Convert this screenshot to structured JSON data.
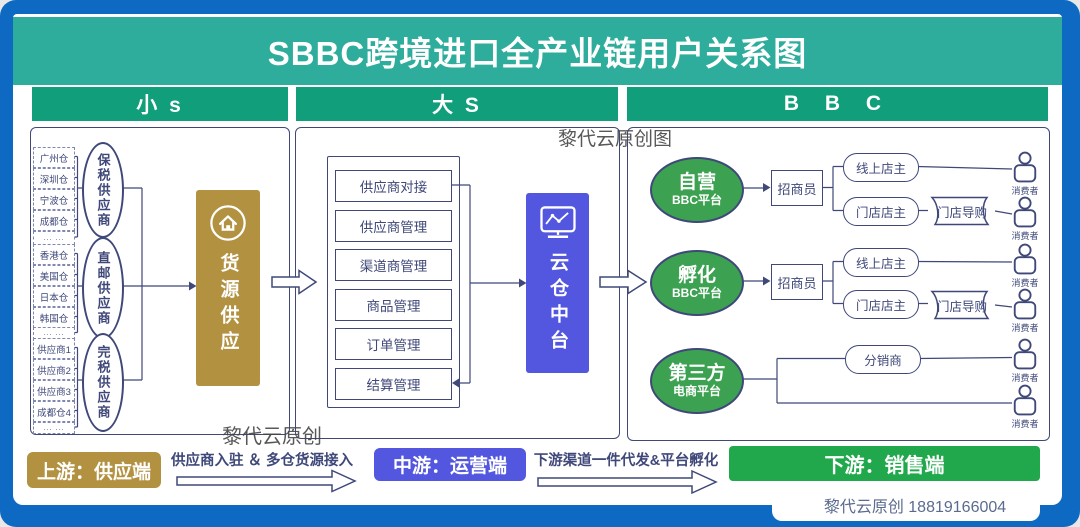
{
  "title": "SBBC跨境进口全产业链用户关系图",
  "watermarks": {
    "top_right": "黎代云原创图",
    "bottom_left": "黎代云原创",
    "bottom_right": "黎代云原创 18819166004"
  },
  "columns": [
    {
      "label": "小 s"
    },
    {
      "label": "大 S"
    },
    {
      "label": "B B C"
    }
  ],
  "supply_panel": {
    "groups": [
      {
        "warehouses": [
          "广州仓",
          "深圳仓",
          "宁波仓",
          "成都仓",
          "... ..."
        ],
        "supplier_type": "保税供应商"
      },
      {
        "warehouses": [
          "香港仓",
          "美国仓",
          "日本仓",
          "韩国仓",
          "... ..."
        ],
        "supplier_type": "直邮供应商"
      },
      {
        "warehouses": [
          "供应商1",
          "供应商2",
          "供应商3",
          "成都仓4",
          "... ..."
        ],
        "supplier_type": "完税供应商"
      }
    ],
    "hub_label": "货源供应"
  },
  "operation_panel": {
    "modules": [
      "供应商对接",
      "供应商管理",
      "渠道商管理",
      "商品管理",
      "订单管理",
      "结算管理"
    ],
    "hub_label": "云仓中台"
  },
  "sales_panel": {
    "groups": [
      {
        "platform": "自营",
        "platform_sub": "BBC平台",
        "recruiter": "招商员",
        "online_store": "线上店主",
        "offline_store": "门店店主",
        "store_guide": "门店导购",
        "consumer": "消费者"
      },
      {
        "platform": "孵化",
        "platform_sub": "BBC平台",
        "recruiter": "招商员",
        "online_store": "线上店主",
        "offline_store": "门店店主",
        "store_guide": "门店导购",
        "consumer": "消费者"
      },
      {
        "platform": "第三方",
        "platform_sub": "电商平台",
        "distributor": "分销商",
        "consumer": "消费者"
      }
    ]
  },
  "footer": {
    "upstream_label": "上游：供应端",
    "flow1_label": "供应商入驻 ＆ 多仓货源接入",
    "midstream_label": "中游：运营端",
    "flow2_label": "下游渠道一件代发&平台孵化",
    "downstream_label": "下游：销售端"
  },
  "colors": {
    "background": "#0E69C3",
    "title_band": "#2EAC9C",
    "header_green": "#119E7B",
    "gold": "#B29140",
    "purple": "#5357E0",
    "node_green": "#3CA251",
    "badge_green": "#21A84D",
    "line_navy": "#3F4879"
  }
}
